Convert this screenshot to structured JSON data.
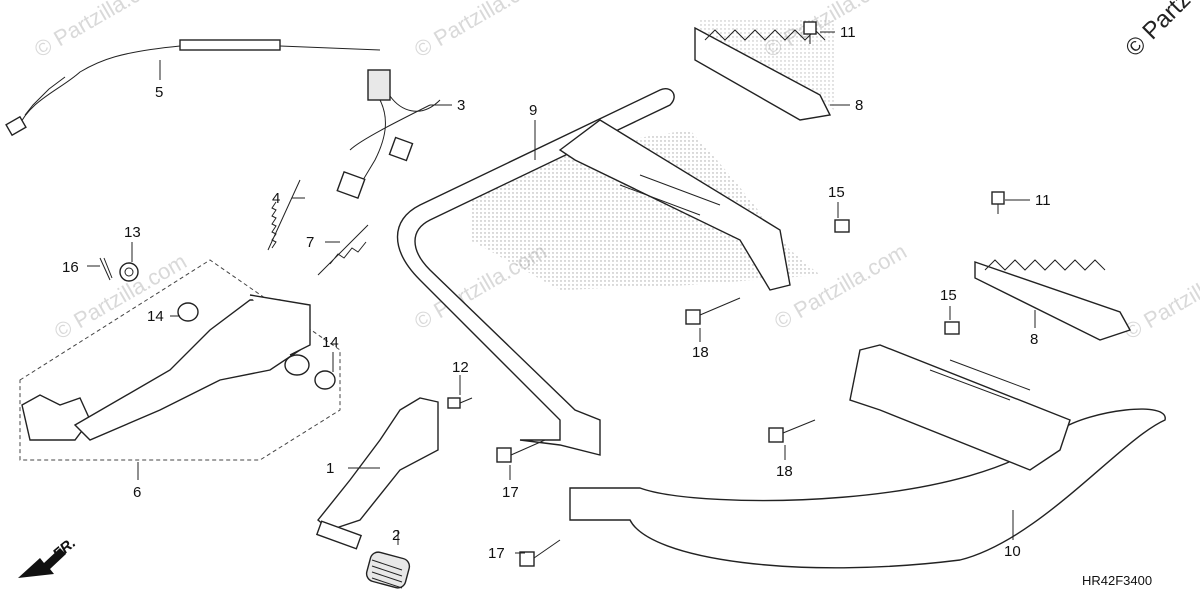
{
  "watermark": {
    "text": "© Partzilla.com",
    "corner_text": "© Partz"
  },
  "direction_label": "FR.",
  "diagram_code": "HR42F3400",
  "callouts": {
    "c1": "1",
    "c2": "2",
    "c3": "3",
    "c4": "4",
    "c5": "5",
    "c6": "6",
    "c7": "7",
    "c8a": "8",
    "c8b": "8",
    "c9": "9",
    "c10": "10",
    "c11a": "11",
    "c11b": "11",
    "c12": "12",
    "c13": "13",
    "c14a": "14",
    "c14b": "14",
    "c15a": "15",
    "c15b": "15",
    "c16": "16",
    "c17a": "17",
    "c17b": "17",
    "c18a": "18",
    "c18b": "18"
  }
}
